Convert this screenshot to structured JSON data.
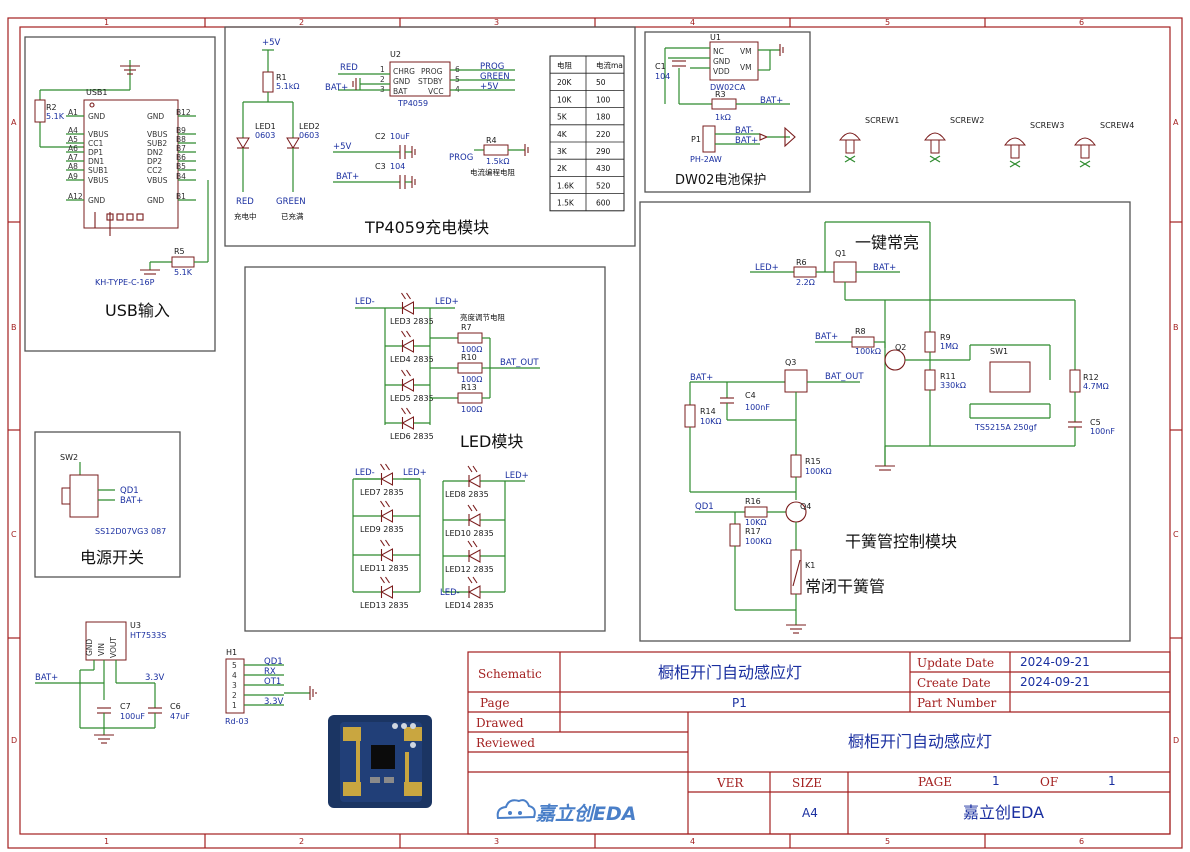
{
  "sheet": {
    "zones_top": [
      "1",
      "2",
      "3",
      "4",
      "5",
      "6"
    ],
    "zones_side": [
      "A",
      "B",
      "C",
      "D"
    ]
  },
  "modules": {
    "usb": "USB输入",
    "power_switch": "电源开关",
    "charge": "TP4059充电模块",
    "dw02": "DW02电池保护",
    "led": "LED模块",
    "reed": "干簧管控制模块",
    "always_on": "一键常亮",
    "reed_switch": "常闭干簧管"
  },
  "usb": {
    "ref": "USB1",
    "part": "KH-TYPE-C-16P",
    "r2": "R2",
    "r2v": "5.1K",
    "r5": "R5",
    "r5v": "5.1K",
    "pins_left": [
      "A1",
      "A4",
      "A5",
      "A6",
      "A7",
      "A8",
      "A9",
      "A12"
    ],
    "names_left": [
      "GND",
      "VBUS",
      "CC1",
      "DP1",
      "DN1",
      "SUB1",
      "VBUS",
      "GND"
    ],
    "pins_right": [
      "B12",
      "B9",
      "B8",
      "B7",
      "B6",
      "B5",
      "B4",
      "B1"
    ],
    "names_right": [
      "GND",
      "VBUS",
      "SUB2",
      "DN2",
      "DP2",
      "CC2",
      "VBUS",
      "GND"
    ]
  },
  "switch": {
    "ref": "SW2",
    "part": "SS12D07VG3 087",
    "net1": "QD1",
    "net2": "BAT+"
  },
  "charge": {
    "u2": "U2",
    "chip": "TP4059",
    "pins_l": [
      "CHRG",
      "GND",
      "BAT"
    ],
    "pins_r": [
      "PROG",
      "STDBY",
      "VCC"
    ],
    "nums_l": [
      "1",
      "2",
      "3"
    ],
    "nums_r": [
      "6",
      "5",
      "4"
    ],
    "net_red": "RED",
    "net_batp": "BAT+",
    "net_prog": "PROG",
    "net_green": "GREEN",
    "net_5v": "+5V",
    "r1": "R1",
    "r1v": "5.1kΩ",
    "led1": "LED1",
    "led1v": "0603",
    "led2": "LED2",
    "led2v": "0603",
    "lbl_red": "RED",
    "lbl_green": "GREEN",
    "state_charging": "充电中",
    "state_full": "已充满",
    "c2": "C2",
    "c2v": "10uF",
    "c3": "C3",
    "c3v": "104",
    "r4": "R4",
    "r4v": "1.5kΩ",
    "r4note": "电流编程电阻"
  },
  "current_table": {
    "headers": [
      "电阻",
      "电流ma"
    ],
    "rows": [
      [
        "20K",
        "50"
      ],
      [
        "10K",
        "100"
      ],
      [
        "5K",
        "180"
      ],
      [
        "4K",
        "220"
      ],
      [
        "3K",
        "290"
      ],
      [
        "2K",
        "430"
      ],
      [
        "1.6K",
        "520"
      ],
      [
        "1.5K",
        "600"
      ]
    ]
  },
  "dw02": {
    "u1": "U1",
    "chip": "DW02CA",
    "pins_l": [
      "NC",
      "GND",
      "VDD"
    ],
    "pins_r": [
      "VM",
      "VM"
    ],
    "c1": "C1",
    "c1v": "104",
    "r3": "R3",
    "r3v": "1kΩ",
    "p1": "P1",
    "p1v": "PH-2AW",
    "net_batp": "BAT+",
    "net_batm": "BAT-"
  },
  "screws": [
    "SCREW1",
    "SCREW2",
    "SCREW3",
    "SCREW4"
  ],
  "led": {
    "top_nets": [
      "LED-",
      "LED+"
    ],
    "labels_a": [
      "LED3 2835",
      "LED4 2835",
      "LED5 2835",
      "LED6 2835"
    ],
    "res_note": "亮度调节电阻",
    "resistors": [
      [
        "R7",
        "100Ω"
      ],
      [
        "R10",
        "100Ω"
      ],
      [
        "R13",
        "100Ω"
      ]
    ],
    "bat_out": "BAT_OUT",
    "labels_b": [
      "LED7 2835",
      "LED9 2835",
      "LED11 2835",
      "LED13 2835"
    ],
    "labels_c": [
      "LED8 2835",
      "LED10 2835",
      "LED12 2835",
      "LED14 2835"
    ]
  },
  "reed": {
    "r6": "R6",
    "r6v": "2.2Ω",
    "q1": "Q1",
    "net_ledp": "LED+",
    "net_batp": "BAT+",
    "net_bout": "BAT_OUT",
    "net_qd1": "QD1",
    "r8": "R8",
    "r8v": "100kΩ",
    "q2": "Q2",
    "r9": "R9",
    "r9v": "1MΩ",
    "r11": "R11",
    "r11v": "330kΩ",
    "sw1": "SW1",
    "sw1v": "TS5215A 250gf",
    "r12": "R12",
    "r12v": "4.7MΩ",
    "c5": "C5",
    "c5v": "100nF",
    "q3": "Q3",
    "c4": "C4",
    "c4v": "100nF",
    "r14": "R14",
    "r14v": "10KΩ",
    "r15": "R15",
    "r15v": "100KΩ",
    "r16": "R16",
    "r16v": "10KΩ",
    "r17": "R17",
    "r17v": "100KΩ",
    "q4": "Q4",
    "k1": "K1"
  },
  "ldo": {
    "u3": "U3",
    "chip": "HT7533S",
    "pins": [
      "GND",
      "VIN",
      "VOUT"
    ],
    "c7": "C7",
    "c7v": "100uF",
    "c6": "C6",
    "c6v": "47uF",
    "net_in": "BAT+",
    "net_out": "3.3V"
  },
  "header": {
    "ref": "H1",
    "part": "Rd-03",
    "pins": [
      "5",
      "4",
      "3",
      "2",
      "1"
    ],
    "nets": [
      "QD1",
      "RX",
      "OT1",
      "",
      "3.3V"
    ]
  },
  "titleblock": {
    "schematic_lbl": "Schematic",
    "schematic_val": "橱柜开门自动感应灯",
    "page_lbl": "Page",
    "page_val": "P1",
    "drawn_lbl": "Drawed",
    "reviewed_lbl": "Reviewed",
    "update_lbl": "Update Date",
    "update_val": "2024-09-21",
    "create_lbl": "Create Date",
    "create_val": "2024-09-21",
    "part_lbl": "Part Number",
    "big_title": "橱柜开门自动感应灯",
    "ver_lbl": "VER",
    "size_lbl": "SIZE",
    "size_val": "A4",
    "pg_lbl": "PAGE",
    "pg_val": "1",
    "of_lbl": "OF",
    "of_val": "1",
    "logo": "嘉立创EDA",
    "brand": "嘉立创EDA"
  }
}
